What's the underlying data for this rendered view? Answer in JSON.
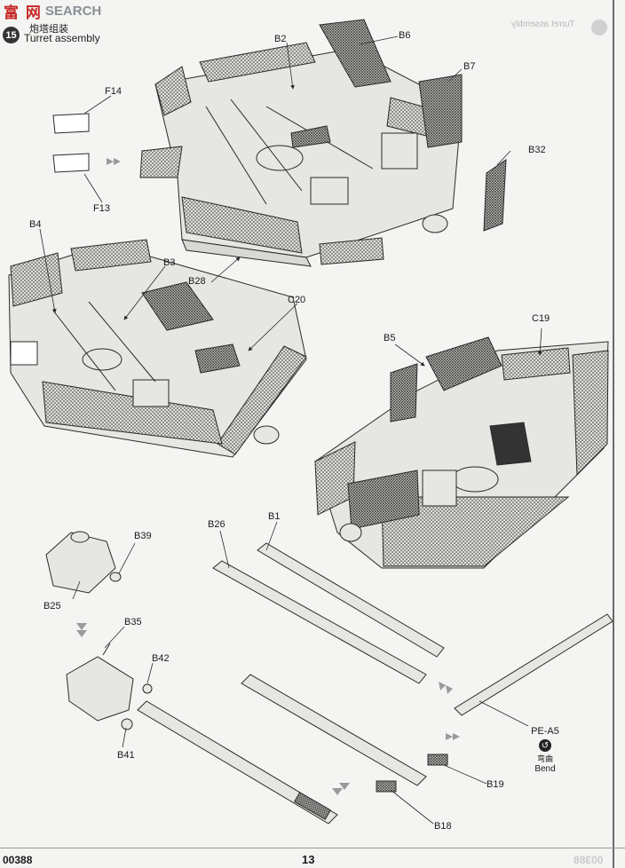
{
  "watermark": {
    "logo": "富 网",
    "text": "SEARCH"
  },
  "step": {
    "number": "15",
    "title_cn": "炮塔组装",
    "title_en": "Turret assembly"
  },
  "mirror": {
    "title": "Turret assembly"
  },
  "labels": {
    "b2": "B2",
    "b6": "B6",
    "b7": "B7",
    "f14": "F14",
    "f13": "F13",
    "b32": "B32",
    "b4": "B4",
    "b3": "B3",
    "b28": "B28",
    "c20": "C20",
    "b5": "B5",
    "c19": "C19",
    "b39": "B39",
    "b25": "B25",
    "b26": "B26",
    "b1": "B1",
    "b35": "B35",
    "b42": "B42",
    "b41": "B41",
    "b19": "B19",
    "b18": "B18"
  },
  "bend": {
    "part": "PE-A5",
    "icon": "↺",
    "label_cn": "弯曲",
    "label_en": "Bend"
  },
  "footer": {
    "code": "00388",
    "page": "13",
    "ghost": "00388"
  },
  "colors": {
    "line": "#2a2a2a",
    "fill": "#e6e6e2",
    "mesh": "#5c5c5c",
    "arrow": "#9a9a9a"
  }
}
